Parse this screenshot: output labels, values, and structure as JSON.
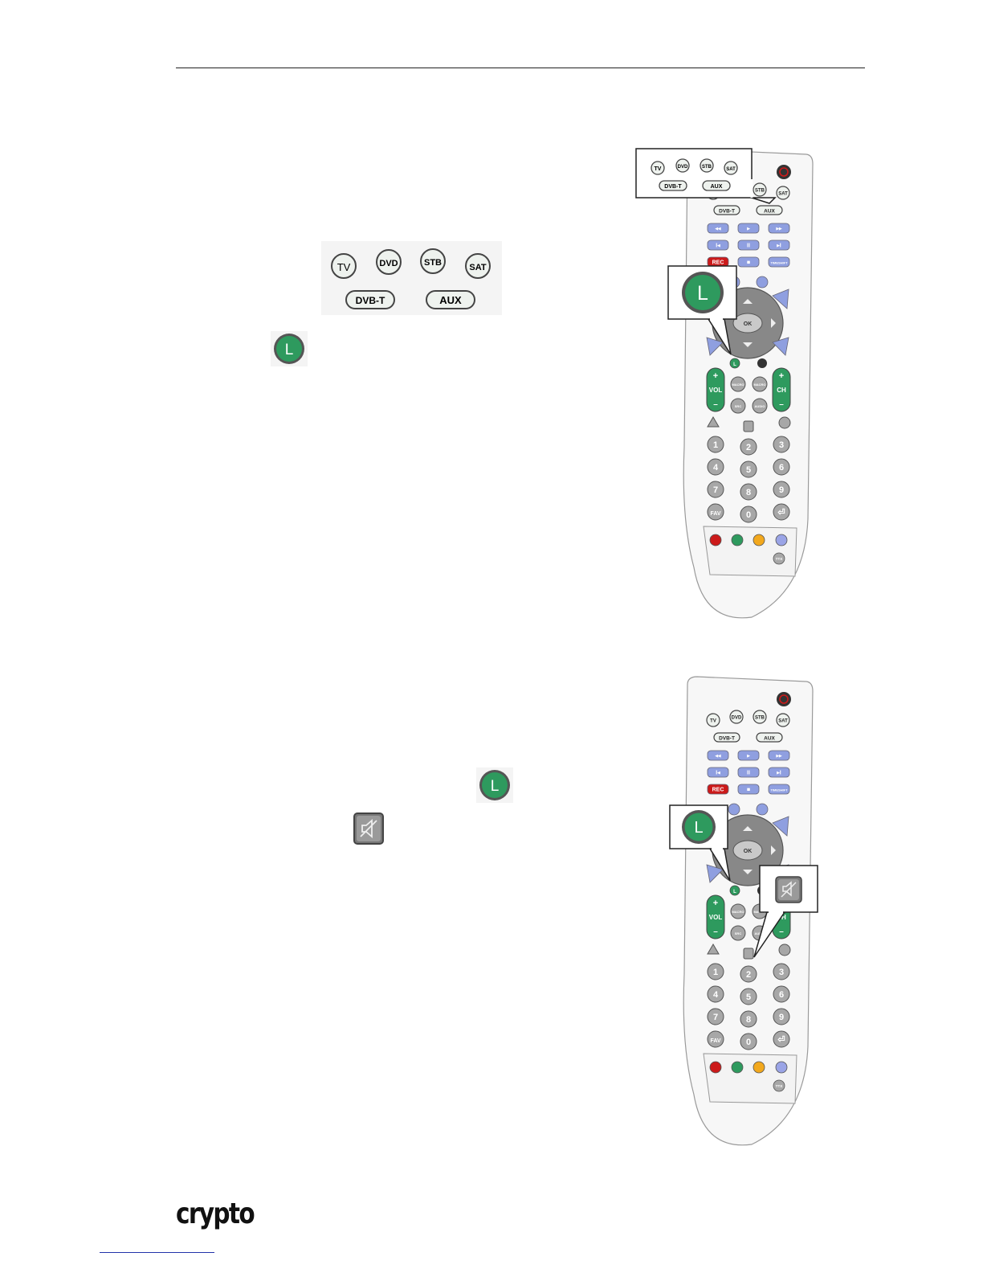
{
  "footer": {
    "logo_text": "crypto"
  },
  "mode_buttons": {
    "tv": "TV",
    "dvd": "DVD",
    "stb": "STB",
    "sat": "SAT",
    "dvbt": "DVB-T",
    "aux": "AUX"
  },
  "learn_button": {
    "label": "L"
  },
  "remote": {
    "transport": [
      "◂◂",
      "▸",
      "▸▸",
      "I◂",
      "II",
      "▸I",
      "REC",
      "■",
      "TIMESHIFT"
    ],
    "ok": "OK",
    "vol": "VOL",
    "ch": "CH",
    "plus": "+",
    "minus": "–",
    "small_buttons": [
      "MACRO",
      "MACRO",
      "SRC",
      "AUDIO"
    ],
    "digits": [
      "1",
      "2",
      "3",
      "4",
      "5",
      "6",
      "7",
      "8",
      "9",
      "FAV",
      "0",
      "⏎"
    ],
    "ttx": "TTX"
  },
  "colors": {
    "learn_green": "#2e9a5e",
    "power_red": "#cc1a1a",
    "transport_blue": "#8f9fe0",
    "key_grey": "#a7a7a7",
    "yellow": "#f2a81d",
    "lilac": "#9aa4e6"
  }
}
